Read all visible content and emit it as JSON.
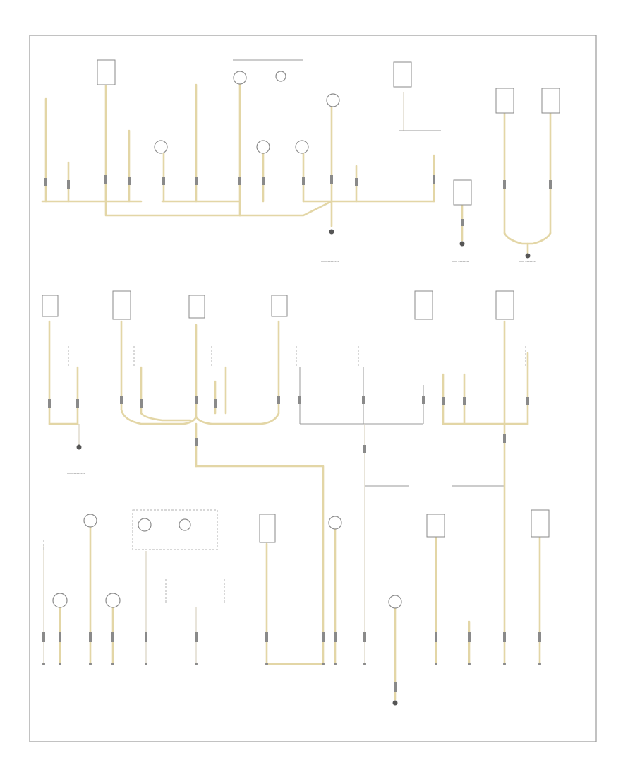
{
  "diagram": {
    "title": "",
    "footer_code": "",
    "wire_color": "#e3d6a6",
    "frame_color": "#9a9a9a",
    "sections": [
      {
        "name": "top-ground-section",
        "components": 20,
        "grounds": 3
      },
      {
        "name": "middle-ground-section",
        "components": 17,
        "grounds": 1
      },
      {
        "name": "bottom-ground-section",
        "components": 16,
        "grounds": 1
      }
    ]
  }
}
